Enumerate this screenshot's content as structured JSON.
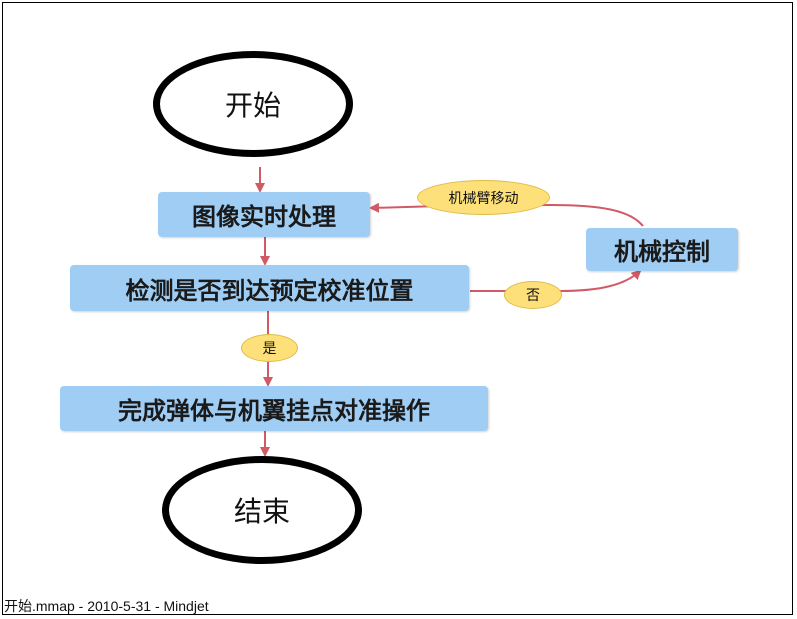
{
  "nodes": {
    "start": "开始",
    "image_processing": "图像实时处理",
    "detect_position": "检测是否到达预定校准位置",
    "complete_alignment": "完成弹体与机翼挂点对准操作",
    "end": "结束",
    "mechanical_control": "机械控制"
  },
  "edge_labels": {
    "no": "否",
    "yes": "是",
    "arm_move": "机械臂移动"
  },
  "caption": "开始.mmap - 2010-5-31 - Mindjet",
  "colors": {
    "box_fill": "#9fcdf4",
    "tag_fill": "#fde07a",
    "arrow": "#d05a66"
  }
}
